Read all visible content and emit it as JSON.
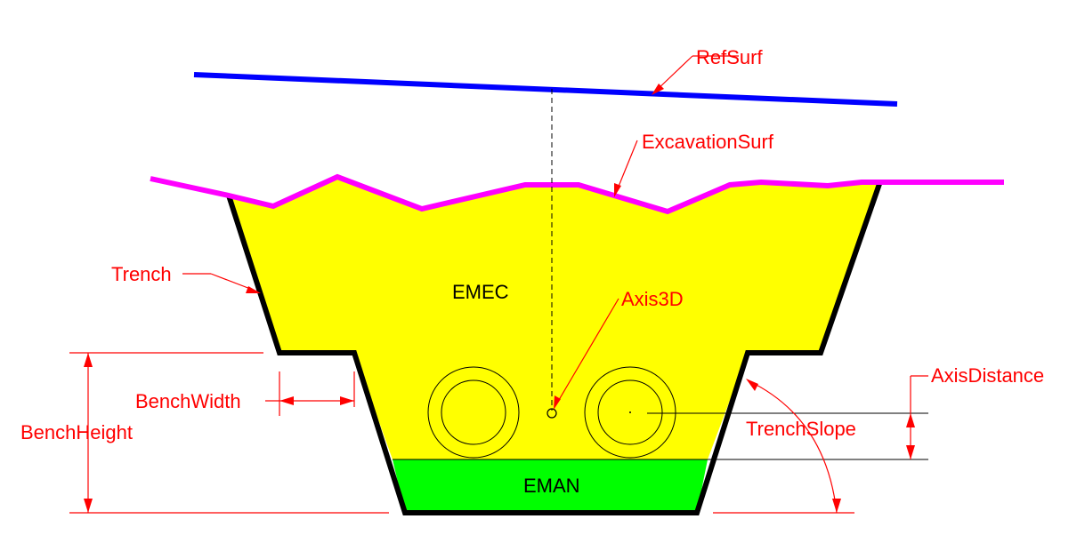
{
  "labels": {
    "ref_surf": "RefSurf",
    "excavation_surf": "ExcavationSurf",
    "trench": "Trench",
    "emec": "EMEC",
    "axis3d": "Axis3D",
    "axis_distance": "AxisDistance",
    "bench_width": "BenchWidth",
    "bench_height": "BenchHeight",
    "trench_slope": "TrenchSlope",
    "eman": "EMAN"
  },
  "colors": {
    "ref_surface": "#0000ff",
    "excavation_surface": "#ff00ff",
    "emec_fill": "#ffff00",
    "eman_fill": "#00ff00",
    "trench_outline": "#000000",
    "annotation": "#ff0000"
  }
}
